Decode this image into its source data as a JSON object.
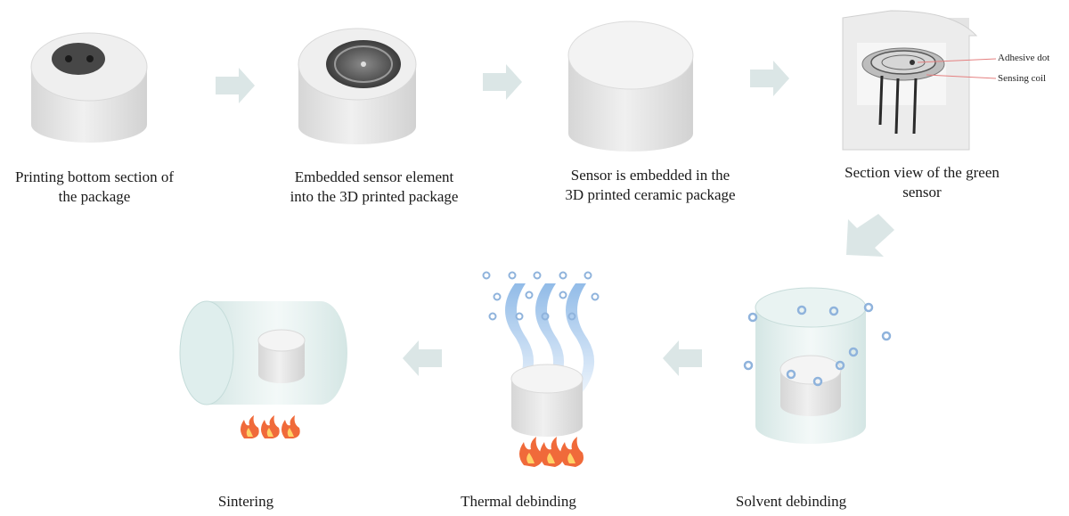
{
  "steps": [
    {
      "caption": "Printing bottom section of\nthe package"
    },
    {
      "caption": "Embedded sensor element\ninto the 3D printed package"
    },
    {
      "caption": "Sensor is embedded in the\n3D printed ceramic package"
    },
    {
      "caption": "Section view of the green\nsensor"
    },
    {
      "caption": "Solvent debinding"
    },
    {
      "caption": "Thermal debinding"
    },
    {
      "caption": "Sintering"
    }
  ],
  "section_labels": {
    "adhesive_dot": "Adhesive dot",
    "sensing_coil": "Sensing coil"
  },
  "colors": {
    "arrow": "#dbe6e6",
    "ceramic_side": "#e3e3e3",
    "ceramic_top": "#f1f1f1",
    "bubble": "#8fb3dc",
    "flame": "#f06a3a",
    "heat_wave": "#9cc0e6"
  }
}
